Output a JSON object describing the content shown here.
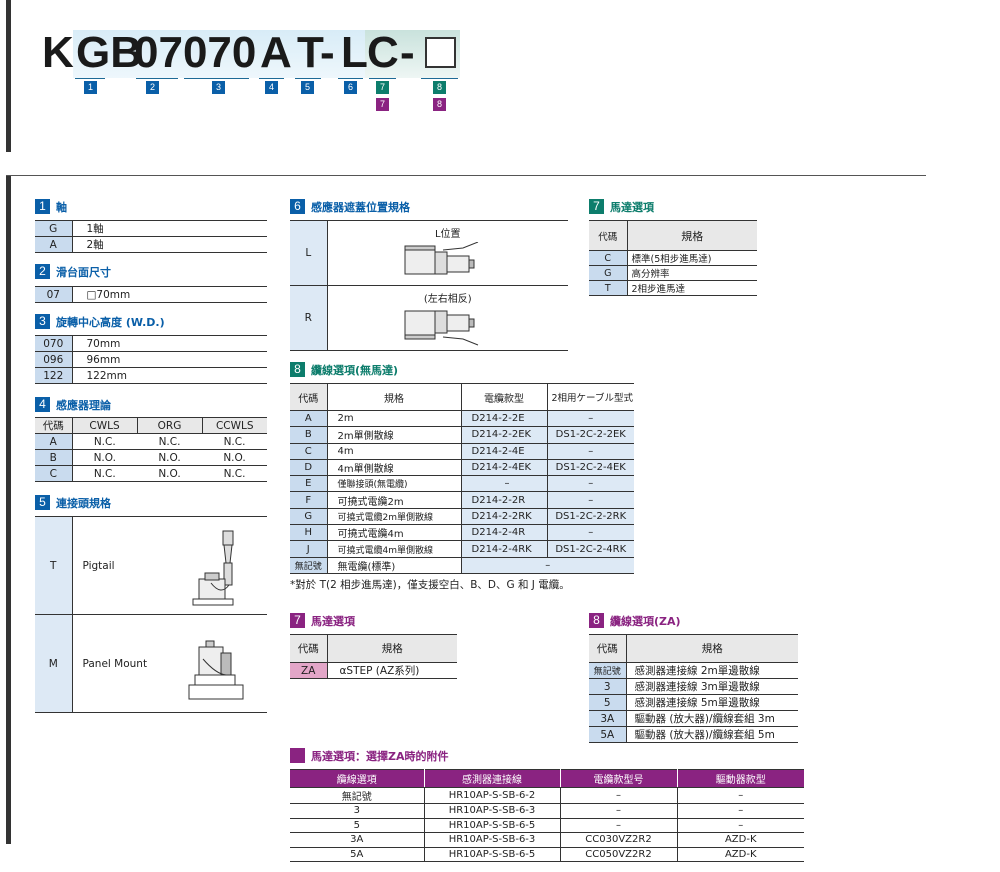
{
  "header": {
    "model_chars": [
      "K",
      "GB",
      "07070",
      "A",
      "T",
      "-",
      "L",
      "C",
      "-"
    ],
    "blank_box": "□",
    "badges_row1": [
      "1",
      "2",
      "3",
      "4",
      "5",
      "6",
      "7",
      "8"
    ],
    "badges_row2": [
      "7",
      "8"
    ]
  },
  "s1": {
    "num": "1",
    "title": "軸",
    "rows": [
      [
        "G",
        "1軸"
      ],
      [
        "A",
        "2軸"
      ]
    ]
  },
  "s2": {
    "num": "2",
    "title": "滑台面尺寸",
    "rows": [
      [
        "07",
        "□70mm"
      ]
    ]
  },
  "s3": {
    "num": "3",
    "title": "旋轉中心高度 (W.D.)",
    "rows": [
      [
        "070",
        "70mm"
      ],
      [
        "096",
        "96mm"
      ],
      [
        "122",
        "122mm"
      ]
    ]
  },
  "s4": {
    "num": "4",
    "title": "感應器理論",
    "headers": [
      "代碼",
      "CWLS",
      "ORG",
      "CCWLS"
    ],
    "rows": [
      [
        "A",
        "N.C.",
        "N.C.",
        "N.C."
      ],
      [
        "B",
        "N.O.",
        "N.O.",
        "N.O."
      ],
      [
        "C",
        "N.C.",
        "N.O.",
        "N.C."
      ]
    ]
  },
  "s5": {
    "num": "5",
    "title": "連接頭規格",
    "rows": [
      [
        "T",
        "Pigtail"
      ],
      [
        "M",
        "Panel Mount"
      ]
    ]
  },
  "s6": {
    "num": "6",
    "title": "感應器遮蓋位置規格",
    "rows": [
      [
        "L",
        "L位置"
      ],
      [
        "R",
        "(左右相反)"
      ]
    ]
  },
  "s7": {
    "num": "7",
    "title": "馬達選項",
    "headers": [
      "代碼",
      "規格"
    ],
    "rows": [
      [
        "C",
        "標準(5相步進馬達)"
      ],
      [
        "G",
        "高分辨率"
      ],
      [
        "T",
        "2相步進馬達"
      ]
    ]
  },
  "s8": {
    "num": "8",
    "title": "纜線選項(無馬達)",
    "headers": [
      "代碼",
      "規格",
      "電纜款型",
      "2相用ケーブル型式"
    ],
    "rows": [
      [
        "A",
        "2m",
        "D214-2-2E",
        "–"
      ],
      [
        "B",
        "2m單側散線",
        "D214-2-2EK",
        "DS1-2C-2-2EK"
      ],
      [
        "C",
        "4m",
        "D214-2-4E",
        "–"
      ],
      [
        "D",
        "4m單側散線",
        "D214-2-4EK",
        "DS1-2C-2-4EK"
      ],
      [
        "E",
        "僅聯接頭(無電纜)",
        "–",
        "–"
      ],
      [
        "F",
        "可撓式電纜2m",
        "D214-2-2R",
        "–"
      ],
      [
        "G",
        "可撓式電纜2m單側散線",
        "D214-2-2RK",
        "DS1-2C-2-2RK"
      ],
      [
        "H",
        "可撓式電纜4m",
        "D214-2-4R",
        "–"
      ],
      [
        "J",
        "可撓式電纜4m單側散線",
        "D214-2-4RK",
        "DS1-2C-2-4RK"
      ]
    ],
    "last_row": [
      "無記號",
      "無電纜(標準)",
      "–"
    ],
    "note": "*對於 T(2 相步進馬達)，僅支援空白、B、D、G 和 J 電纜。"
  },
  "s7za": {
    "num": "7",
    "title": "馬達選項",
    "headers": [
      "代碼",
      "規格"
    ],
    "rows": [
      [
        "ZA",
        "αSTEP (AZ系列)"
      ]
    ]
  },
  "s8za": {
    "num": "8",
    "title": "纜線選項(ZA)",
    "headers": [
      "代碼",
      "規格"
    ],
    "rows": [
      [
        "無記號",
        "感測器連接線 2m單邊散線"
      ],
      [
        "3",
        "感測器連接線 3m單邊散線"
      ],
      [
        "5",
        "感測器連接線 5m單邊散線"
      ],
      [
        "3A",
        "驅動器 (放大器)/纜線套組 3m"
      ],
      [
        "5A",
        "驅動器 (放大器)/纜線套組 5m"
      ]
    ]
  },
  "acc": {
    "title": "馬達選項：選擇ZA時的附件",
    "headers": [
      "纜線選項",
      "感測器連接線",
      "電纜款型号",
      "驅動器款型"
    ],
    "rows": [
      [
        "無記號",
        "HR10AP-S-SB-6-2",
        "–",
        "–"
      ],
      [
        "3",
        "HR10AP-S-SB-6-3",
        "–",
        "–"
      ],
      [
        "5",
        "HR10AP-S-SB-6-5",
        "–",
        "–"
      ],
      [
        "3A",
        "HR10AP-S-SB-6-3",
        "CC030VZ2R2",
        "AZD-K"
      ],
      [
        "5A",
        "HR10AP-S-SB-6-5",
        "CC050VZ2R2",
        "AZD-K"
      ]
    ]
  },
  "colors": {
    "blue": "#0a5fa8",
    "teal": "#0d7d6c",
    "purple": "#8a2381",
    "code_bg": "#c9dbee",
    "za_bg": "#e3a6c8"
  }
}
